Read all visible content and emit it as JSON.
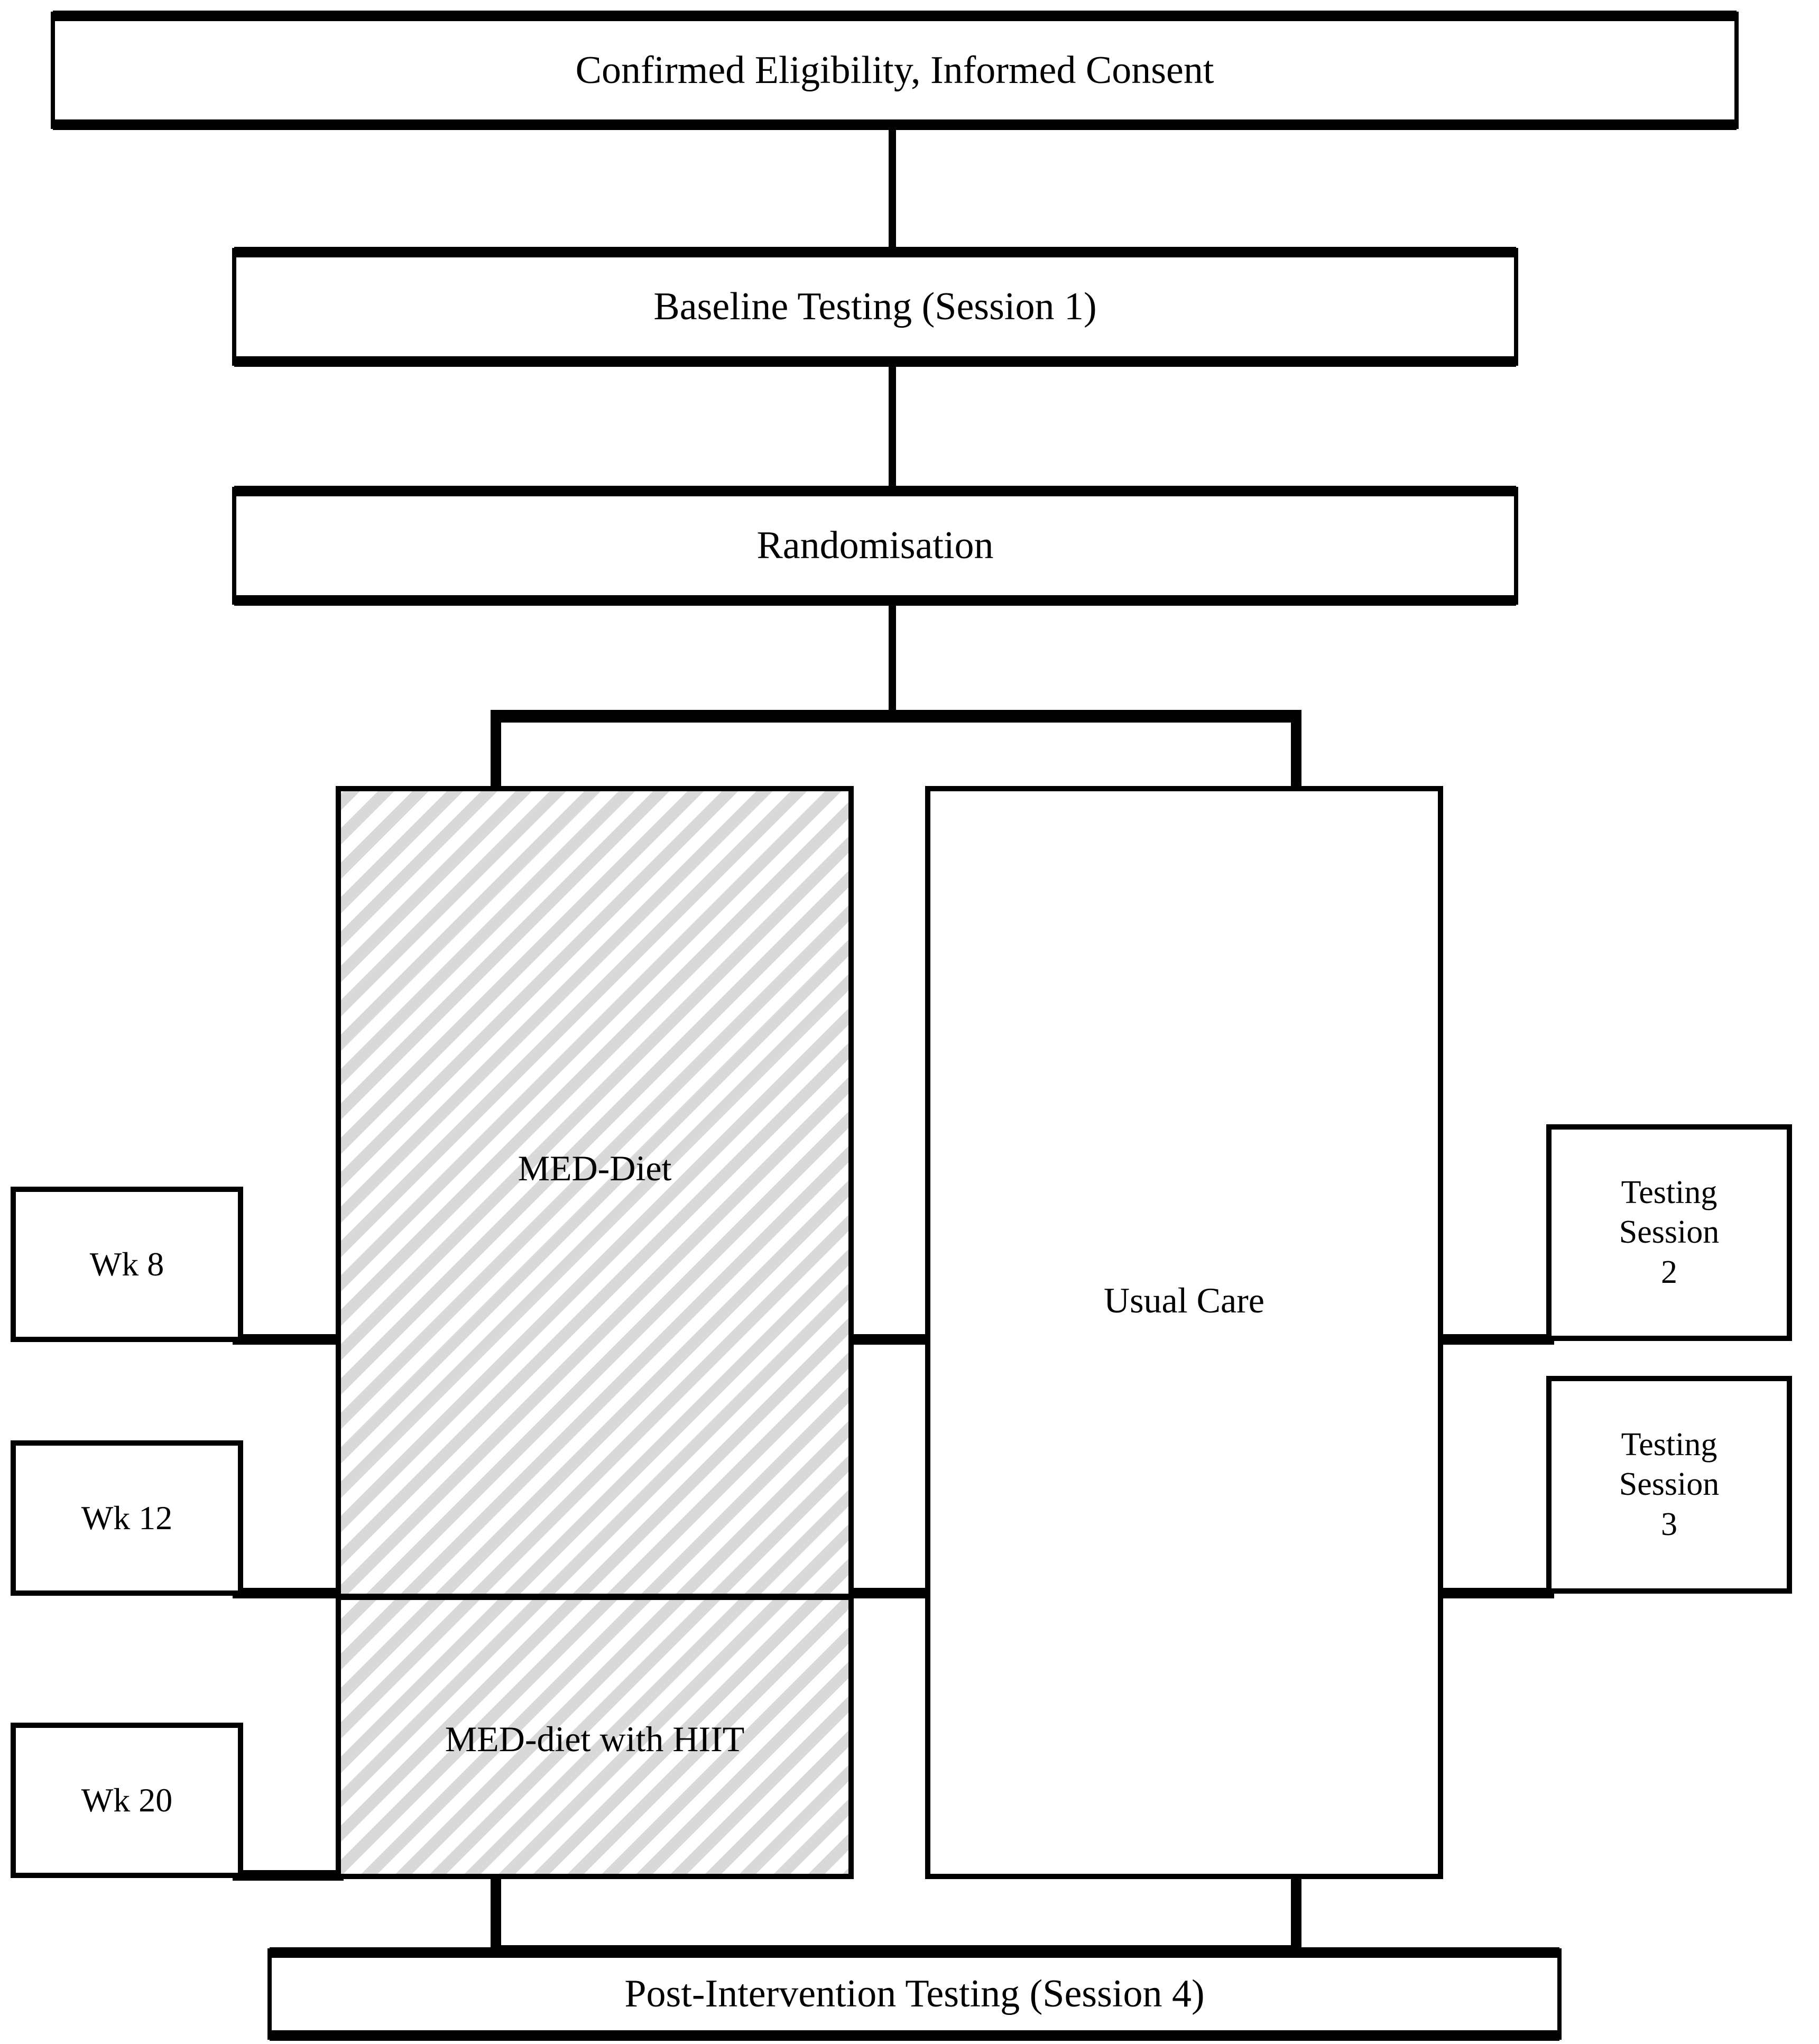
{
  "diagram": {
    "title": "Study design flowchart",
    "colors": {
      "stroke": "#000000",
      "background": "#ffffff",
      "hatch_fill": "#d9d9d9",
      "hatch_background": "#ffffff"
    },
    "nodes": {
      "eligibility": {
        "label": "Confirmed Eligibility, Informed Consent"
      },
      "baseline": {
        "label": "Baseline Testing (Session 1)"
      },
      "randomisation": {
        "label": "Randomisation"
      },
      "med_diet": {
        "label": "MED-Diet"
      },
      "med_diet_hiit": {
        "label": "MED-diet with HIIT"
      },
      "usual_care": {
        "label": "Usual Care"
      },
      "post_intervention": {
        "label": "Post-Intervention Testing (Session 4)"
      }
    },
    "timepoints": [
      {
        "label": "Wk 8"
      },
      {
        "label": "Wk 12"
      },
      {
        "label": "Wk 20"
      }
    ],
    "testing_sessions": [
      {
        "label": "Testing\nSession\n2"
      },
      {
        "label": "Testing\nSession\n3"
      }
    ]
  }
}
